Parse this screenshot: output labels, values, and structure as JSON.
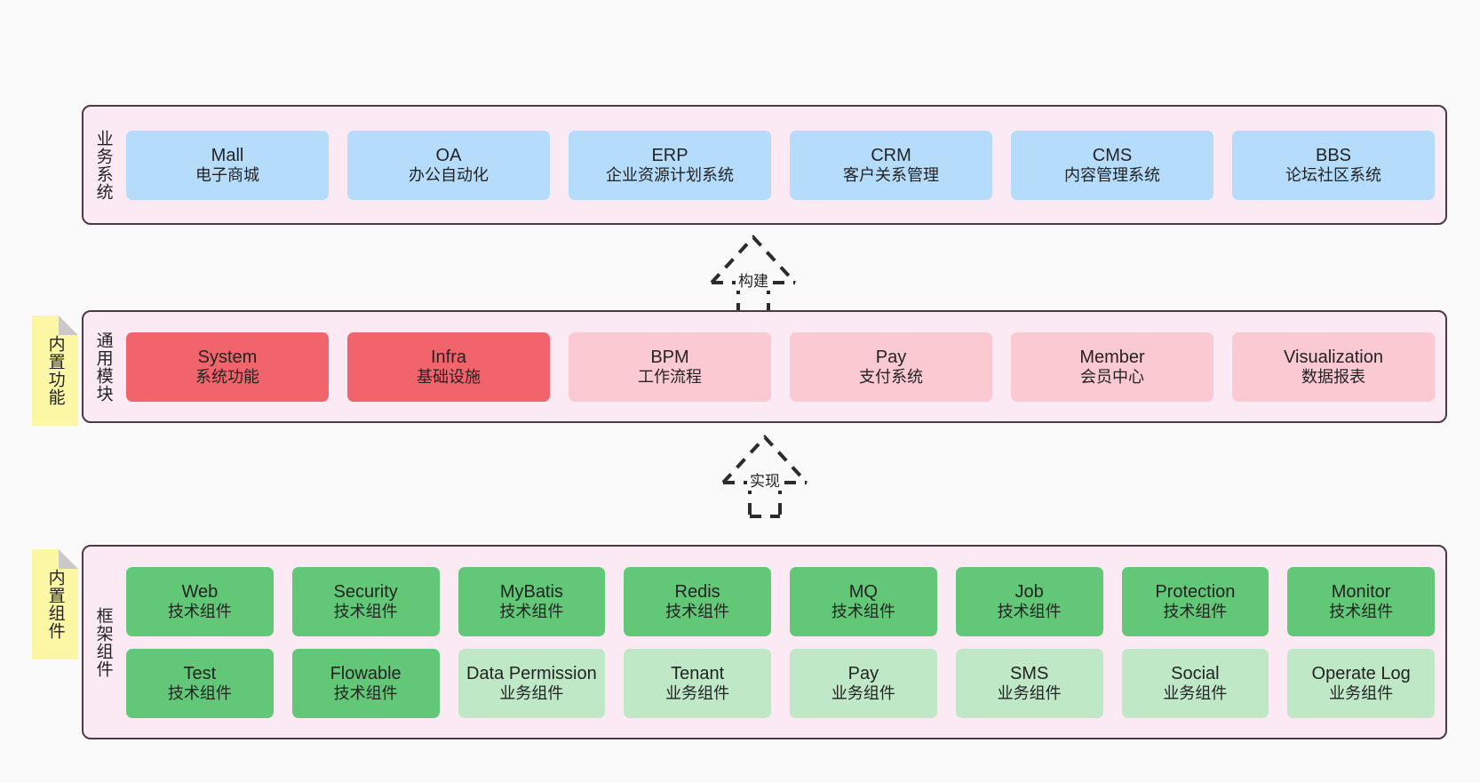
{
  "diagram": {
    "background_color": "#fafafa",
    "layer_fill": "#fbeaf4",
    "layer_border": "#4a3a45",
    "note_fill": "#fbf7a5"
  },
  "layers": [
    {
      "id": "business-system",
      "title": "业务系统",
      "note": null,
      "rows": [
        {
          "nodes": [
            {
              "name": "Mall",
              "sub": "电子商城",
              "color": "#b5ddfb",
              "style": "c-blue"
            },
            {
              "name": "OA",
              "sub": "办公自动化",
              "color": "#b5ddfb",
              "style": "c-blue"
            },
            {
              "name": "ERP",
              "sub": "企业资源计划系统",
              "color": "#b5ddfb",
              "style": "c-blue"
            },
            {
              "name": "CRM",
              "sub": "客户关系管理",
              "color": "#b5ddfb",
              "style": "c-blue"
            },
            {
              "name": "CMS",
              "sub": "内容管理系统",
              "color": "#b5ddfb",
              "style": "c-blue"
            },
            {
              "name": "BBS",
              "sub": "论坛社区系统",
              "color": "#b5ddfb",
              "style": "c-blue"
            }
          ]
        }
      ]
    },
    {
      "id": "common-module",
      "title": "通用模块",
      "note": "内置功能",
      "rows": [
        {
          "nodes": [
            {
              "name": "System",
              "sub": "系统功能",
              "color": "#f2646b",
              "style": "c-red"
            },
            {
              "name": "Infra",
              "sub": "基础设施",
              "color": "#f2646b",
              "style": "c-red"
            },
            {
              "name": "BPM",
              "sub": "工作流程",
              "color": "#fbc9d1",
              "style": "c-pink"
            },
            {
              "name": "Pay",
              "sub": "支付系统",
              "color": "#fbc9d1",
              "style": "c-pink"
            },
            {
              "name": "Member",
              "sub": "会员中心",
              "color": "#fbc9d1",
              "style": "c-pink"
            },
            {
              "name": "Visualization",
              "sub": "数据报表",
              "color": "#fbc9d1",
              "style": "c-pink"
            }
          ]
        }
      ]
    },
    {
      "id": "framework-component",
      "title": "框架组件",
      "note": "内置组件",
      "rows": [
        {
          "nodes": [
            {
              "name": "Web",
              "sub": "技术组件",
              "color": "#62c877",
              "style": "c-green"
            },
            {
              "name": "Security",
              "sub": "技术组件",
              "color": "#62c877",
              "style": "c-green"
            },
            {
              "name": "MyBatis",
              "sub": "技术组件",
              "color": "#62c877",
              "style": "c-green"
            },
            {
              "name": "Redis",
              "sub": "技术组件",
              "color": "#62c877",
              "style": "c-green"
            },
            {
              "name": "MQ",
              "sub": "技术组件",
              "color": "#62c877",
              "style": "c-green"
            },
            {
              "name": "Job",
              "sub": "技术组件",
              "color": "#62c877",
              "style": "c-green"
            },
            {
              "name": "Protection",
              "sub": "技术组件",
              "color": "#62c877",
              "style": "c-green"
            },
            {
              "name": "Monitor",
              "sub": "技术组件",
              "color": "#62c877",
              "style": "c-green"
            }
          ]
        },
        {
          "nodes": [
            {
              "name": "Test",
              "sub": "技术组件",
              "color": "#62c877",
              "style": "c-green"
            },
            {
              "name": "Flowable",
              "sub": "技术组件",
              "color": "#62c877",
              "style": "c-green"
            },
            {
              "name": "Data Permission",
              "sub": "业务组件",
              "color": "#bfe8c6",
              "style": "c-lgreen"
            },
            {
              "name": "Tenant",
              "sub": "业务组件",
              "color": "#bfe8c6",
              "style": "c-lgreen"
            },
            {
              "name": "Pay",
              "sub": "业务组件",
              "color": "#bfe8c6",
              "style": "c-lgreen"
            },
            {
              "name": "SMS",
              "sub": "业务组件",
              "color": "#bfe8c6",
              "style": "c-lgreen"
            },
            {
              "name": "Social",
              "sub": "业务组件",
              "color": "#bfe8c6",
              "style": "c-lgreen"
            },
            {
              "name": "Operate Log",
              "sub": "业务组件",
              "color": "#bfe8c6",
              "style": "c-lgreen"
            }
          ]
        }
      ]
    }
  ],
  "connectors": [
    {
      "id": "build",
      "label": "构建",
      "from": "common-module",
      "to": "business-system"
    },
    {
      "id": "implement",
      "label": "实现",
      "from": "framework-component",
      "to": "common-module"
    }
  ]
}
